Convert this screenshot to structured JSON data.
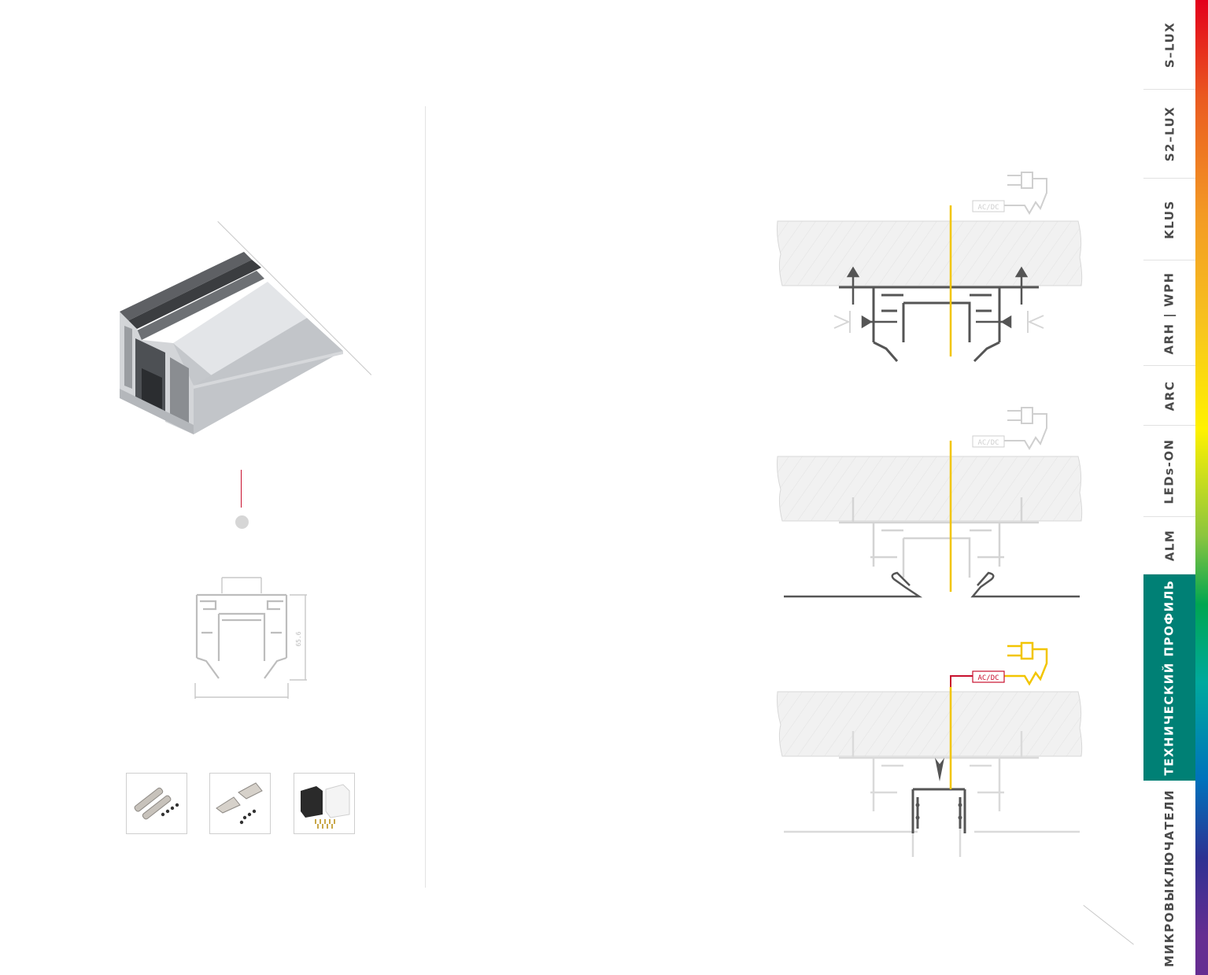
{
  "sidebar": {
    "tabs": [
      {
        "label": "S–LUX",
        "active": false
      },
      {
        "label": "S2–LUX",
        "active": false
      },
      {
        "label": "KLUS",
        "active": false
      },
      {
        "label": "ARH | WPH",
        "active": false
      },
      {
        "label": "ARC",
        "active": false
      },
      {
        "label": "LEDs-ON",
        "active": false
      },
      {
        "label": "ALM",
        "active": false
      },
      {
        "label": "ТЕХНИЧЕСКИЙ ПРОФИЛЬ",
        "active": true
      },
      {
        "label": "МИКРОВЫКЛЮЧАТЕЛИ",
        "active": false
      }
    ]
  },
  "drawing": {
    "height_dimension": "65.6"
  },
  "schemes": [
    {
      "ac_label": "AC/DC",
      "highlight": false
    },
    {
      "ac_label": "AC/DC",
      "highlight": false
    },
    {
      "ac_label": "AC/DC",
      "highlight": true
    }
  ],
  "colors": {
    "active_tab": "#008075",
    "accent_red": "#c8102e",
    "led_yellow": "#f2c500"
  }
}
